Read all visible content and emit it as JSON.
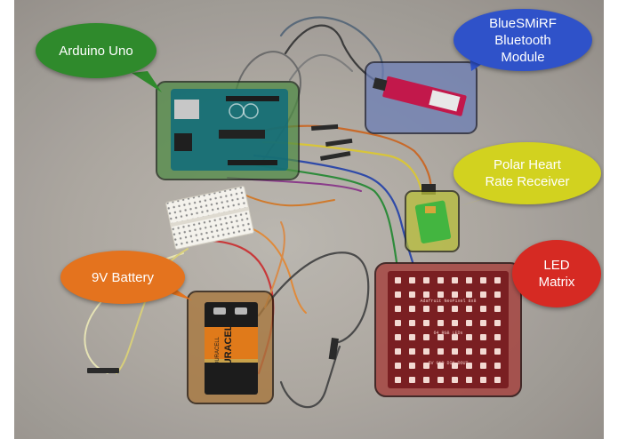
{
  "labels": {
    "arduino": "Arduino Uno",
    "bluesmirf": "BlueSMiRF\nBluetooth\nModule",
    "polar": "Polar Heart\nRate Receiver",
    "battery": "9V Battery",
    "led": "LED\nMatrix"
  },
  "board_text": {
    "battery_brand": "DURACELL",
    "battery_brand_small": "DURACELL",
    "matrix_print_1": "Adafruit NeoPixel 8x8",
    "matrix_print_2": "64 RGB LEDs",
    "matrix_print_3": "5V  GND  DIN  DOUT"
  },
  "colors": {
    "arduino_bubble": "#2f8a2c",
    "bluesmirf_bubble": "#2f52c9",
    "polar_bubble": "#d2d21f",
    "battery_bubble": "#e4731e",
    "led_bubble": "#d62a23",
    "arduino_box": "#4f8a45",
    "bluesmirf_box": "#6d7fb6",
    "polar_box": "#b9bf3a",
    "battery_box": "#a8773d",
    "led_box": "#a5403c"
  }
}
